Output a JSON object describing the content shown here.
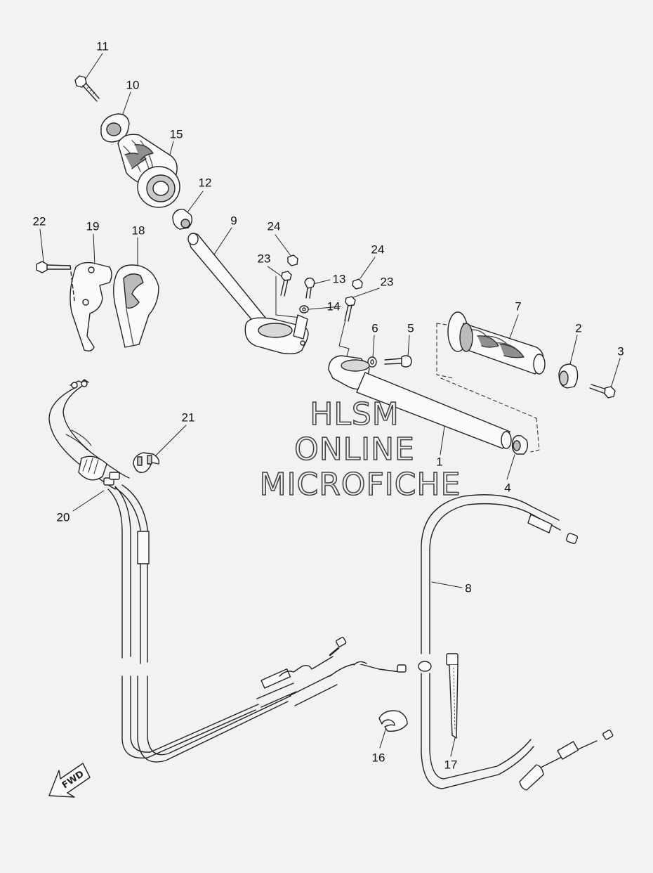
{
  "watermark": {
    "line1": "HLSM",
    "line2": "ONLINE",
    "line3": "MICROFICHE"
  },
  "fwd_arrow": {
    "text": "FWD"
  },
  "callouts": [
    {
      "key": "l11",
      "text": "11"
    },
    {
      "key": "l10",
      "text": "10"
    },
    {
      "key": "l15",
      "text": "15"
    },
    {
      "key": "l12",
      "text": "12"
    },
    {
      "key": "l9",
      "text": "9"
    },
    {
      "key": "l22",
      "text": "22"
    },
    {
      "key": "l19",
      "text": "19"
    },
    {
      "key": "l18",
      "text": "18"
    },
    {
      "key": "l24a",
      "text": "24"
    },
    {
      "key": "l23a",
      "text": "23"
    },
    {
      "key": "l24b",
      "text": "24"
    },
    {
      "key": "l13",
      "text": "13"
    },
    {
      "key": "l23b",
      "text": "23"
    },
    {
      "key": "l14",
      "text": "14"
    },
    {
      "key": "l6",
      "text": "6"
    },
    {
      "key": "l5",
      "text": "5"
    },
    {
      "key": "l7",
      "text": "7"
    },
    {
      "key": "l2",
      "text": "2"
    },
    {
      "key": "l3",
      "text": "3"
    },
    {
      "key": "l1",
      "text": "1"
    },
    {
      "key": "l4",
      "text": "4"
    },
    {
      "key": "l21",
      "text": "21"
    },
    {
      "key": "l20",
      "text": "20"
    },
    {
      "key": "l8",
      "text": "8"
    },
    {
      "key": "l16",
      "text": "16"
    },
    {
      "key": "l17",
      "text": "17"
    }
  ],
  "colors": {
    "background": "#f2f2f2",
    "line": "#222222",
    "fill": "#fafafa",
    "shade": "#9a9a9a"
  }
}
